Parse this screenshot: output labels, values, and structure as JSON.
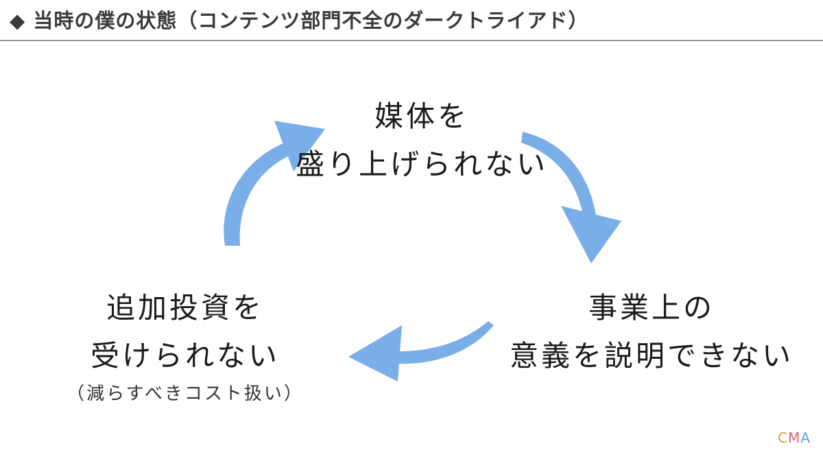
{
  "header": {
    "title": "◆ 当時の僕の状態（コンテンツ部門不全のダークトライアド）"
  },
  "cycle": {
    "top": {
      "line1": "媒体を",
      "line2": "盛り上げられない"
    },
    "right": {
      "line1": "事業上の",
      "line2": "意義を説明できない"
    },
    "left": {
      "line1": "追加投資を",
      "line2": "受けられない",
      "note": "（減らすべきコスト扱い）"
    }
  },
  "colors": {
    "arrow": "#7aaee8",
    "text": "#1a1a1a",
    "header_rule": "#9a9a9a"
  },
  "logo": {
    "c": "C",
    "m": "M",
    "a": "A",
    "colors": [
      "#e89a3c",
      "#e85a7a",
      "#5aa0e0"
    ]
  }
}
